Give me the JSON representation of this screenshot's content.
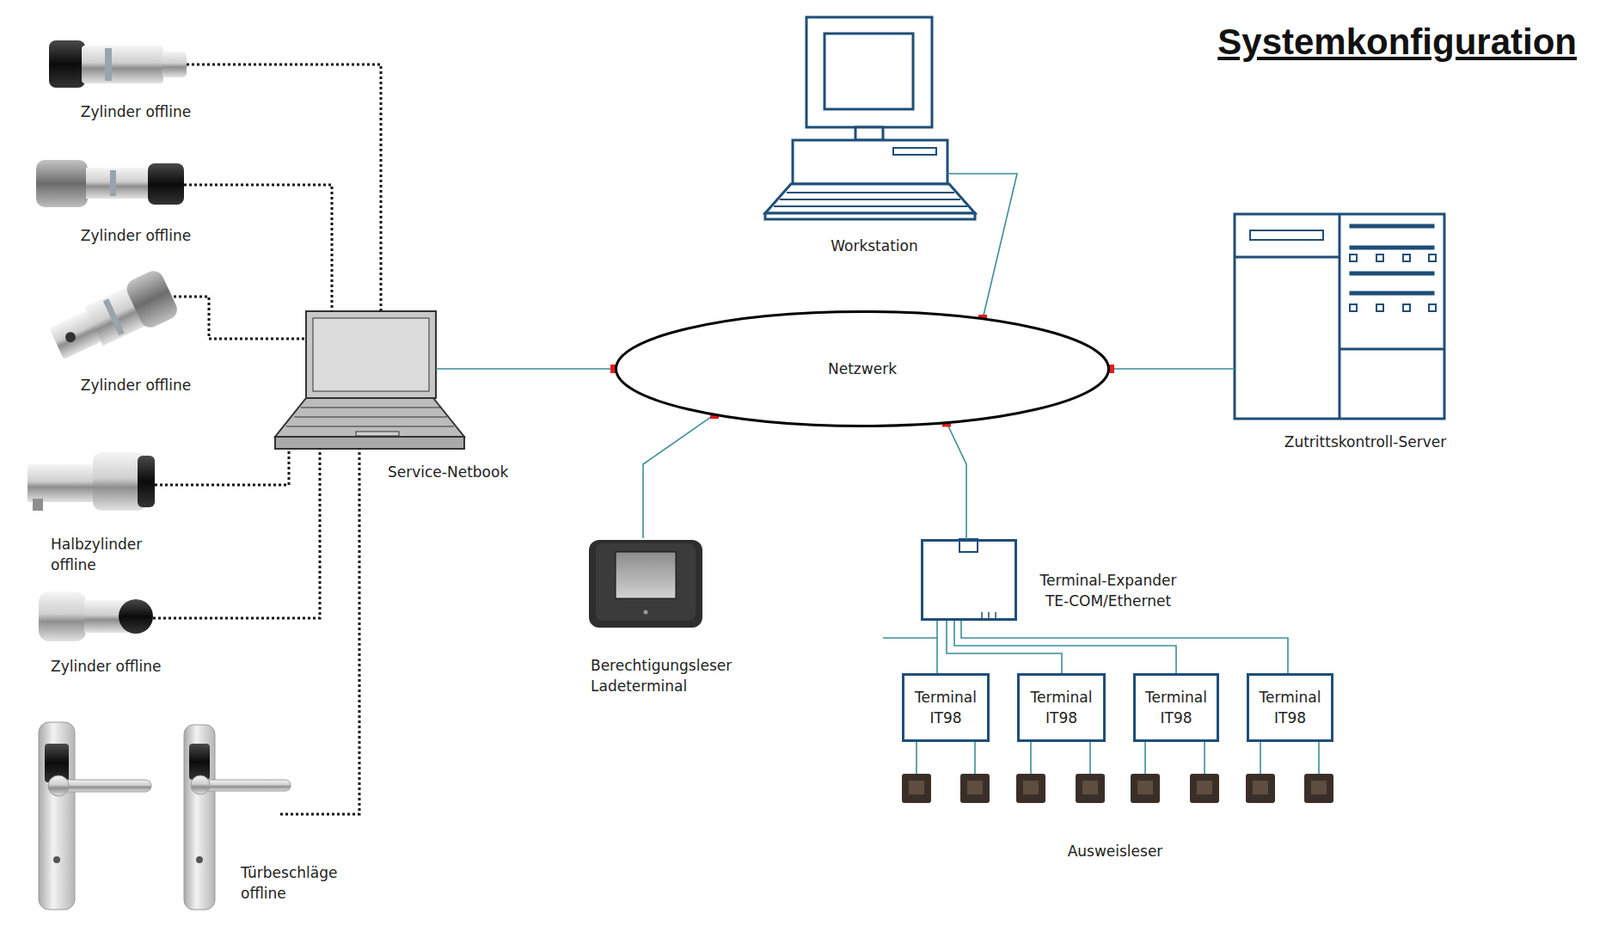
{
  "diagram": {
    "title": "Systemkonfiguration",
    "nodes": [
      {
        "text": [
          "Zylinder offline"
        ]
      },
      {
        "text": [
          "Zylinder offline"
        ]
      },
      {
        "text": [
          "Zylinder offline"
        ]
      },
      {
        "text": [
          "Halbzylinder offline"
        ]
      },
      {
        "text": [
          "Zylinder offline"
        ]
      },
      {
        "text": [
          "Türbeschläge offline"
        ]
      },
      {
        "text": [
          "Service-Netbook"
        ]
      },
      {
        "text": [
          "Workstation"
        ]
      },
      {
        "text": [
          "Netzwerk"
        ]
      },
      {
        "text": [
          "Zutrittskontroll-Server"
        ]
      },
      {
        "text": [
          "Berechtigungsleser Ladeterminal"
        ]
      },
      {
        "text": [
          "Terminal-Expander TE-COM/Ethernet"
        ]
      },
      {
        "text": [
          "Terminal IT98"
        ]
      },
      {
        "text": [
          "Terminal IT98"
        ]
      },
      {
        "text": [
          "Terminal IT98"
        ]
      },
      {
        "text": [
          "Terminal IT98"
        ]
      }
    ],
    "edges": [
      {
        "from": 0,
        "to": 6,
        "arrow": "none"
      },
      {
        "from": 1,
        "to": 6,
        "arrow": "none"
      },
      {
        "from": 2,
        "to": 6,
        "arrow": "none"
      },
      {
        "from": 3,
        "to": 6,
        "arrow": "none"
      },
      {
        "from": 4,
        "to": 6,
        "arrow": "none"
      },
      {
        "from": 5,
        "to": 6,
        "arrow": "none"
      },
      {
        "from": 6,
        "to": 8,
        "arrow": "none"
      },
      {
        "from": 7,
        "to": 8,
        "arrow": "none"
      },
      {
        "from": 9,
        "to": 8,
        "arrow": "none"
      },
      {
        "from": 10,
        "to": 8,
        "arrow": "none"
      },
      {
        "from": 11,
        "to": 8,
        "arrow": "none"
      },
      {
        "from": 11,
        "to": 12,
        "arrow": "none"
      },
      {
        "from": 11,
        "to": 13,
        "arrow": "none"
      },
      {
        "from": 11,
        "to": 14,
        "arrow": "none"
      },
      {
        "from": 11,
        "to": 15,
        "arrow": "none"
      }
    ],
    "labels": [
      "Ausweisleser"
    ]
  }
}
